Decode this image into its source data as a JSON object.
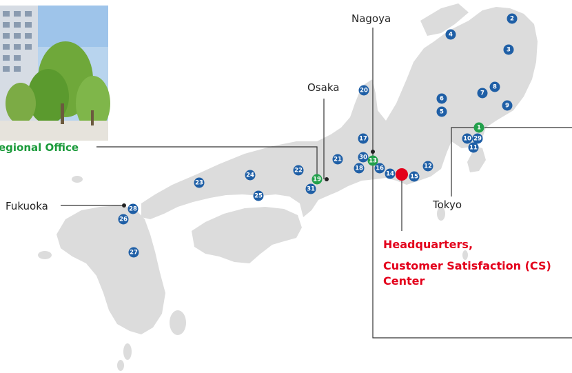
{
  "colors": {
    "land": "#dcdcdc",
    "office_marker": "#1f5fa6",
    "regional_marker": "#22a04b",
    "headquarters": "#e3001b",
    "regional_label": "#1a9a3a",
    "text": "#222222"
  },
  "cities": {
    "nagoya": "Nagoya",
    "osaka": "Osaka",
    "tokyo": "Tokyo",
    "fukuoka": "Fukuoka"
  },
  "labels": {
    "regional_office": "egional Office",
    "headquarters_line1": "Headquarters,",
    "headquarters_line2": "Customer Satisfaction (CS)",
    "headquarters_line3": "Center"
  },
  "photo": {
    "alt": "office-building-photo"
  },
  "markers": [
    {
      "id": "1",
      "type": "regional"
    },
    {
      "id": "2",
      "type": "office"
    },
    {
      "id": "3",
      "type": "office"
    },
    {
      "id": "4",
      "type": "office"
    },
    {
      "id": "5",
      "type": "office"
    },
    {
      "id": "6",
      "type": "office"
    },
    {
      "id": "7",
      "type": "office"
    },
    {
      "id": "8",
      "type": "office"
    },
    {
      "id": "9",
      "type": "office"
    },
    {
      "id": "10",
      "type": "office"
    },
    {
      "id": "11",
      "type": "office"
    },
    {
      "id": "12",
      "type": "office"
    },
    {
      "id": "13",
      "type": "regional"
    },
    {
      "id": "14",
      "type": "office"
    },
    {
      "id": "15",
      "type": "office"
    },
    {
      "id": "16",
      "type": "office"
    },
    {
      "id": "17",
      "type": "office"
    },
    {
      "id": "18",
      "type": "office"
    },
    {
      "id": "19",
      "type": "regional"
    },
    {
      "id": "20",
      "type": "office"
    },
    {
      "id": "21",
      "type": "office"
    },
    {
      "id": "22",
      "type": "office"
    },
    {
      "id": "23",
      "type": "office"
    },
    {
      "id": "24",
      "type": "office"
    },
    {
      "id": "25",
      "type": "office"
    },
    {
      "id": "26",
      "type": "office"
    },
    {
      "id": "27",
      "type": "office"
    },
    {
      "id": "28",
      "type": "office"
    },
    {
      "id": "29",
      "type": "office"
    },
    {
      "id": "30",
      "type": "office"
    },
    {
      "id": "31",
      "type": "office"
    }
  ]
}
